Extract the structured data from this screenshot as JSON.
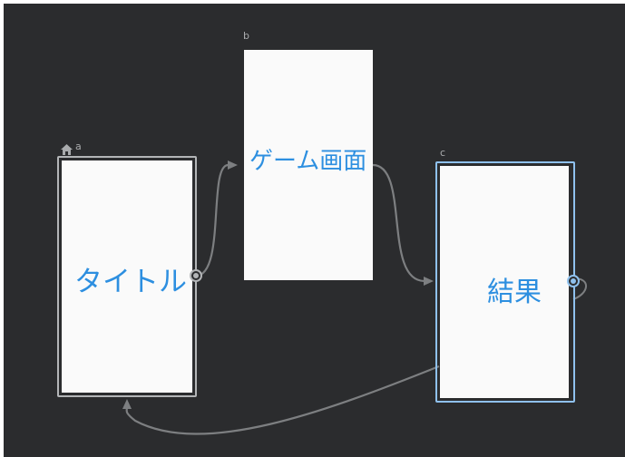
{
  "destinations": [
    {
      "id": "a",
      "label": "a",
      "screen_text": "タイトル",
      "is_start": true,
      "selected": false
    },
    {
      "id": "b",
      "label": "b",
      "screen_text": "ゲーム画面",
      "is_start": false,
      "selected": false
    },
    {
      "id": "c",
      "label": "c",
      "screen_text": "結果",
      "is_start": false,
      "selected": true
    }
  ],
  "icons": {
    "start_destination": "home-icon"
  },
  "colors": {
    "canvas_bg": "#2b2c2e",
    "text_accent": "#2d8fe0",
    "selection": "#8fc1ee",
    "arrow": "#7d7f81"
  }
}
